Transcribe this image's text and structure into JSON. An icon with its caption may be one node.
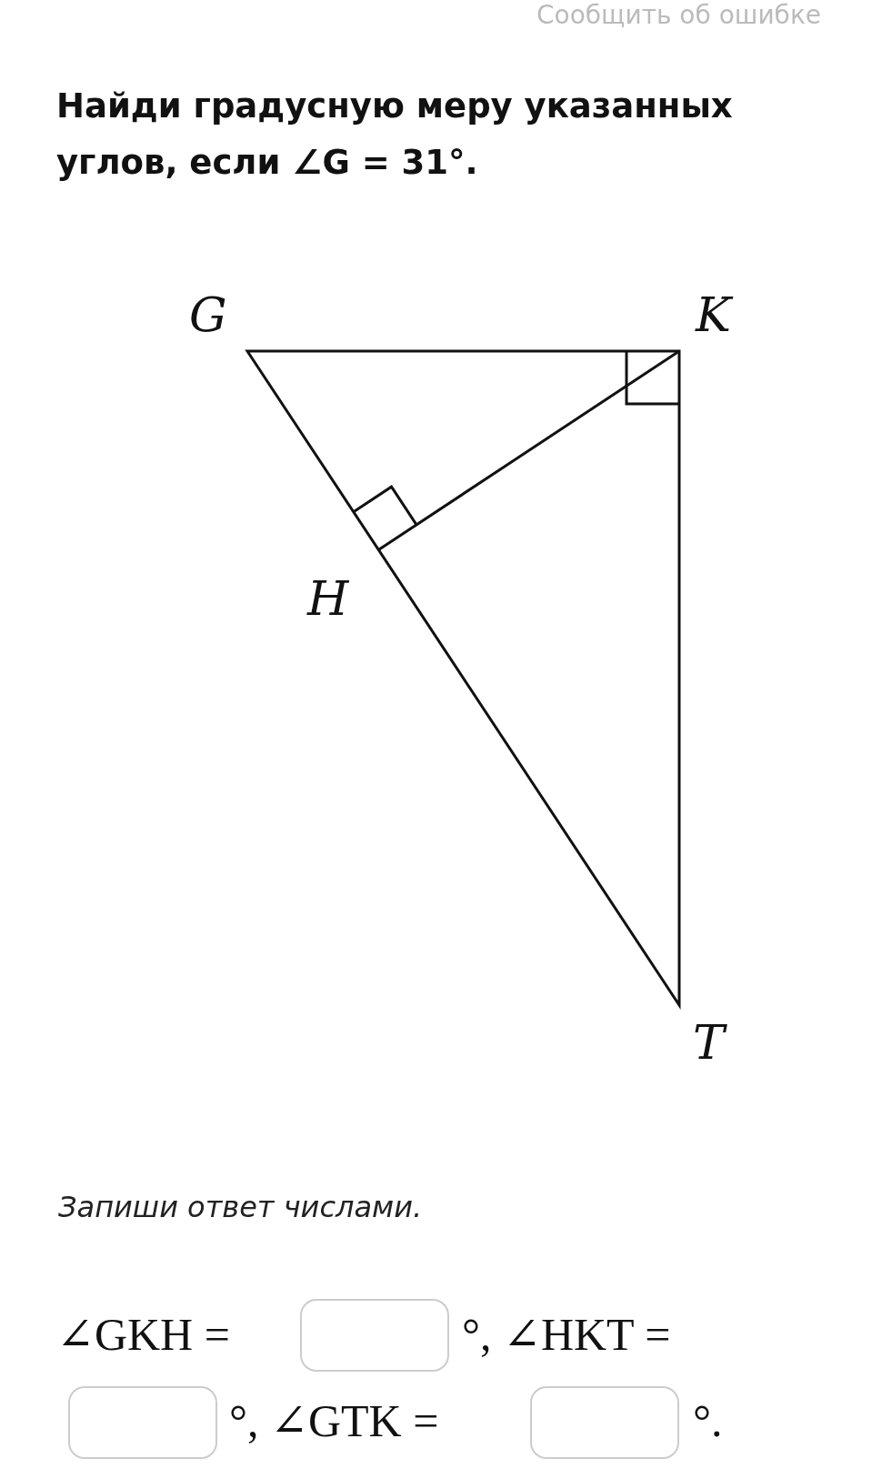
{
  "diagram": {
    "title": "Найди градусную меру указанных углов, если ∠G = 31°.",
    "labels": [
      "Сообщить об ошибке",
      "G",
      "K",
      "H",
      "T",
      "Запиши ответ числами.",
      "∠GKH =",
      "°, ∠HKT =",
      "°, ∠GTK =",
      "°."
    ]
  }
}
